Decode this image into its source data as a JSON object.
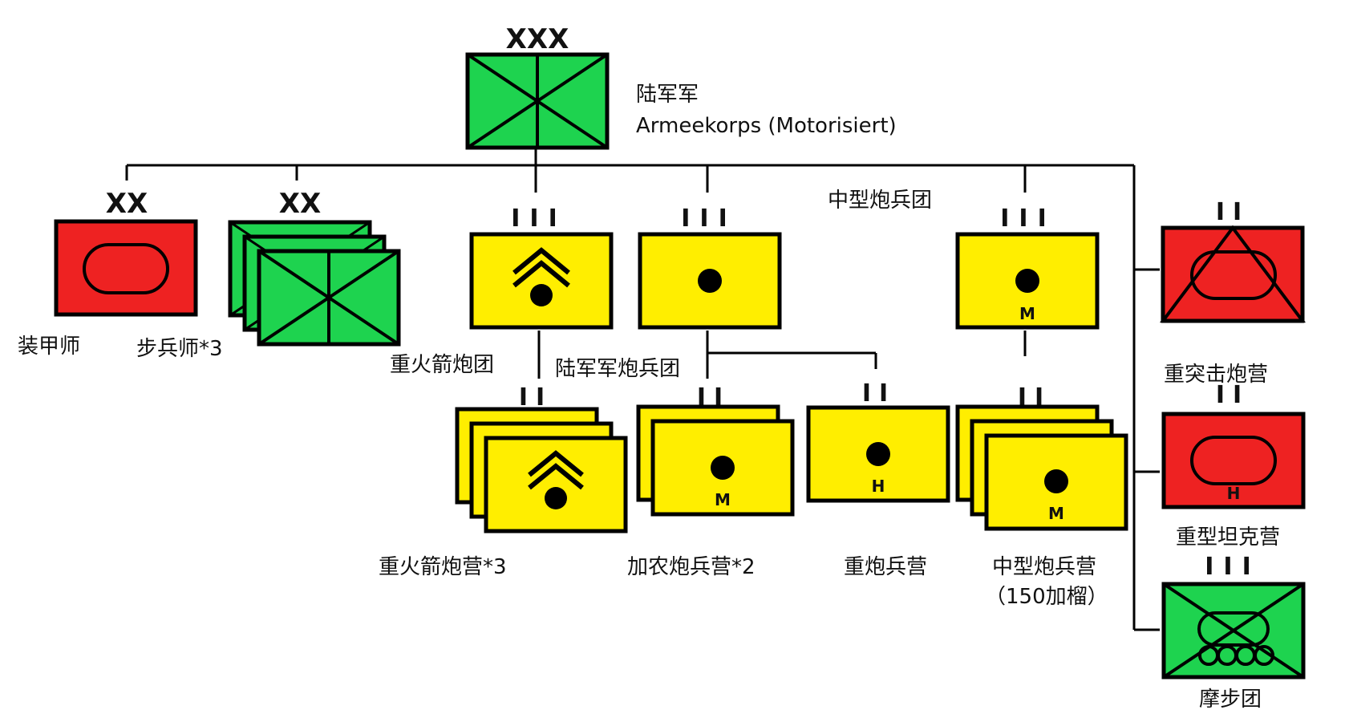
{
  "diagram": {
    "corps": {
      "echelon": "XXX",
      "name_zh": "陆军军",
      "name_de": "Armeekorps (Motorisiert)"
    },
    "units": {
      "armored_div": {
        "echelon": "XX",
        "label": "装甲师"
      },
      "infantry_div": {
        "echelon": "XX",
        "label": "步兵师*3"
      },
      "rocket_regt": {
        "echelon": "III",
        "label": "重火箭炮团"
      },
      "corps_art_regt": {
        "echelon": "III",
        "label": "陆军军炮兵团"
      },
      "medium_art_regt": {
        "echelon": "III",
        "label": "中型炮兵团",
        "mark": "M"
      },
      "rocket_bn": {
        "echelon": "II",
        "label": "重火箭炮营*3"
      },
      "cannon_bn": {
        "echelon": "II",
        "label": "加农炮兵营*2",
        "mark": "M"
      },
      "heavy_art_bn": {
        "echelon": "II",
        "label": "重炮兵营",
        "mark": "H"
      },
      "medium_art_bn": {
        "echelon": "II",
        "label": "中型炮兵营",
        "sublabel": "（150加榴）",
        "mark": "M"
      },
      "assault_gun_bn": {
        "echelon": "II",
        "label": "重突击炮营"
      },
      "heavy_tank_bn": {
        "echelon": "II",
        "label": "重型坦克营",
        "mark": "H"
      },
      "moto_inf_regt": {
        "echelon": "III",
        "label": "摩步团"
      }
    },
    "colors": {
      "infantry": "#1ed34f",
      "armor": "#ee2222",
      "artillery": "#ffee00",
      "line": "#000000"
    }
  }
}
